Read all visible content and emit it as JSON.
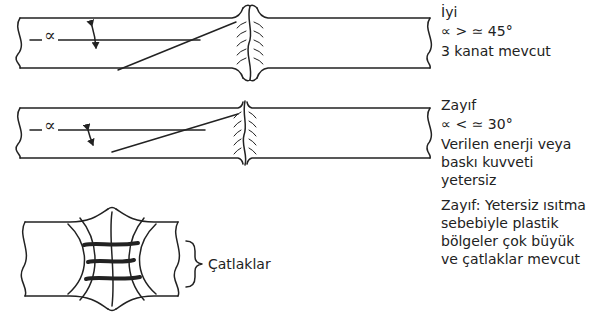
{
  "diagram": {
    "labels": [
      "∝",
      "İyi",
      "∝ > ≃ 45°",
      "3 kanat mevcut",
      "∝",
      "Zayıf",
      "∝ < ≃ 30°",
      "Verilen enerji veya baskı kuvveti yetersiz",
      "Çatlaklar",
      "Zayıf: Yetersiz ısıtma sebebiyle plastik bölgeler çok büyük ve çatlaklar mevcut"
    ]
  }
}
